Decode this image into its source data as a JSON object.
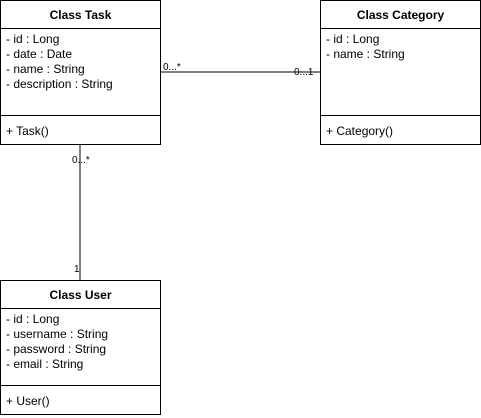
{
  "classes": {
    "task": {
      "title": "Class Task",
      "attributes": [
        "- id : Long",
        "- date : Date",
        "- name : String",
        "- description : String"
      ],
      "operations": [
        "+ Task()"
      ]
    },
    "category": {
      "title": "Class Category",
      "attributes": [
        "- id : Long",
        "- name : String"
      ],
      "operations": [
        "+ Category()"
      ]
    },
    "user": {
      "title": "Class User",
      "attributes": [
        "- id : Long",
        "- username : String",
        "- password : String",
        "- email : String"
      ],
      "operations": [
        "+ User()"
      ]
    }
  },
  "associations": {
    "task_category": {
      "task_end": "0...*",
      "category_end": "0...1"
    },
    "task_user": {
      "task_end": "0...*",
      "user_end": "1"
    }
  },
  "colors": {
    "line": "#000000",
    "background": "#ffffff"
  }
}
